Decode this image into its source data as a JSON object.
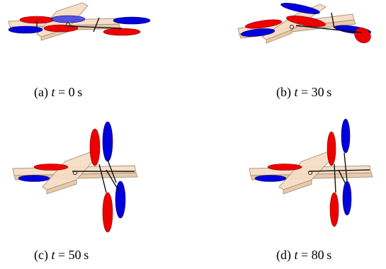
{
  "colors": {
    "frame": "#f5dcc3",
    "frame_edge": "#a8907a",
    "rotor_red": "#ee0000",
    "rotor_blue": "#0000dd"
  },
  "panels": [
    {
      "label": "(a)",
      "time_var": "t",
      "eq": " = 0",
      "unit": "s"
    },
    {
      "label": "(b)",
      "time_var": "t",
      "eq": " = 30",
      "unit": "s"
    },
    {
      "label": "(c)",
      "time_var": "t",
      "eq": " = 50",
      "unit": "s"
    },
    {
      "label": "(d)",
      "time_var": "t",
      "eq": " = 80",
      "unit": "s"
    }
  ]
}
